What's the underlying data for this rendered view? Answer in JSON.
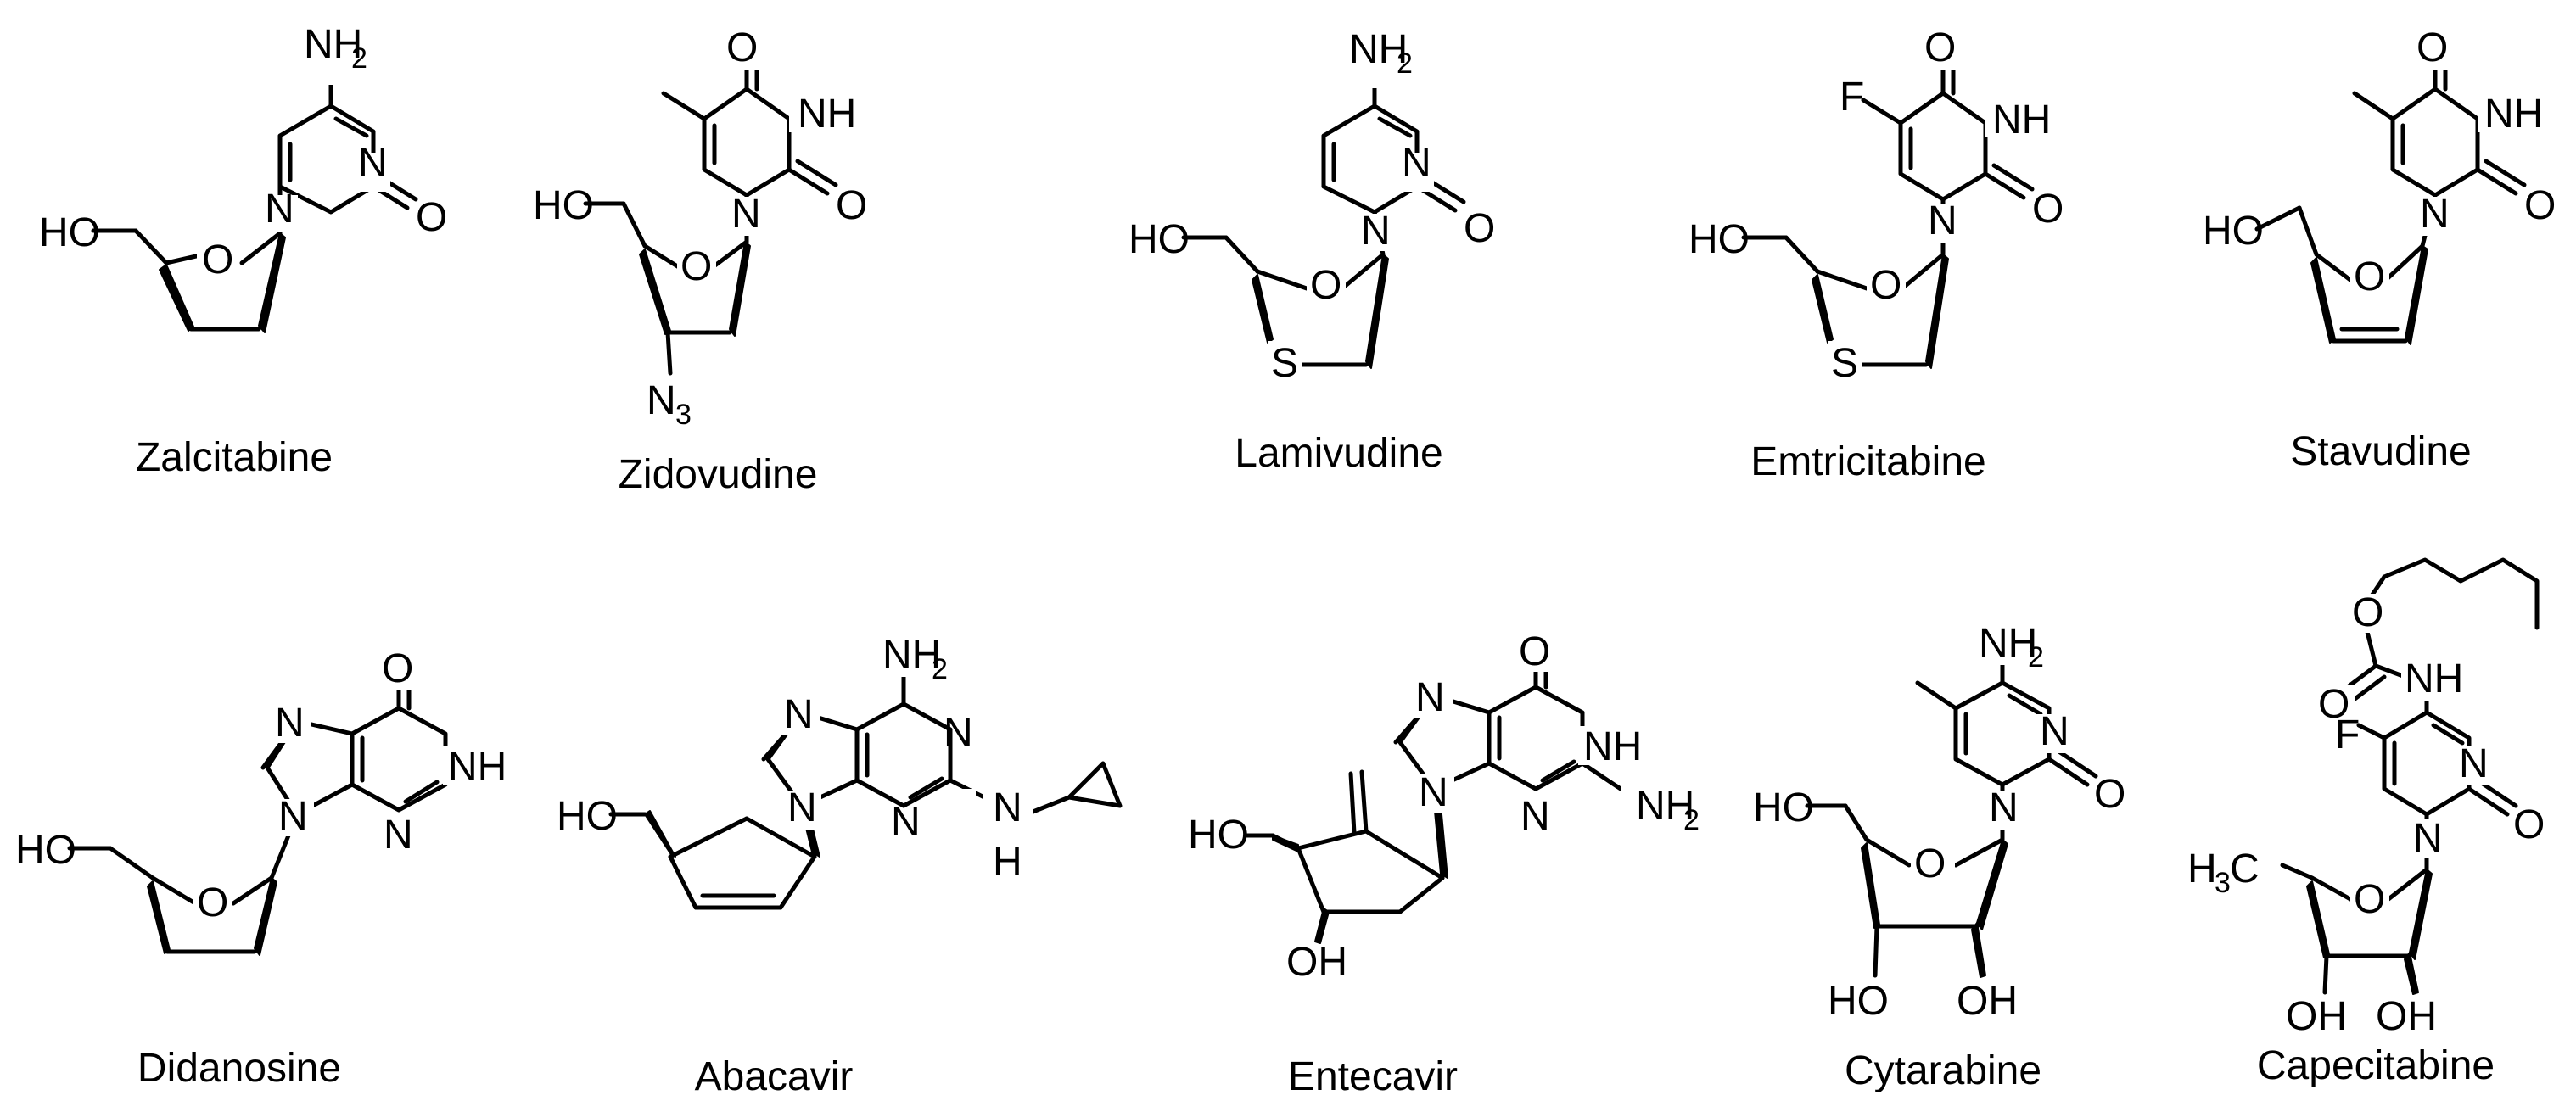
{
  "compounds": [
    {
      "name": "Zalcitabine"
    },
    {
      "name": "Zidovudine"
    },
    {
      "name": "Lamivudine"
    },
    {
      "name": "Emtricitabine"
    },
    {
      "name": "Stavudine"
    },
    {
      "name": "Didanosine"
    },
    {
      "name": "Abacavir"
    },
    {
      "name": "Entecavir"
    },
    {
      "name": "Cytarabine"
    },
    {
      "name": "Capecitabine"
    }
  ],
  "atoms": {
    "N": "N",
    "O": "O",
    "S": "S",
    "F": "F",
    "H": "H",
    "C": "C",
    "NH": "NH",
    "HO": "HO",
    "OH": "OH",
    "NH2": "NH",
    "N3": "N",
    "H3C": "H",
    "sub2": "2",
    "sub3": "3"
  }
}
